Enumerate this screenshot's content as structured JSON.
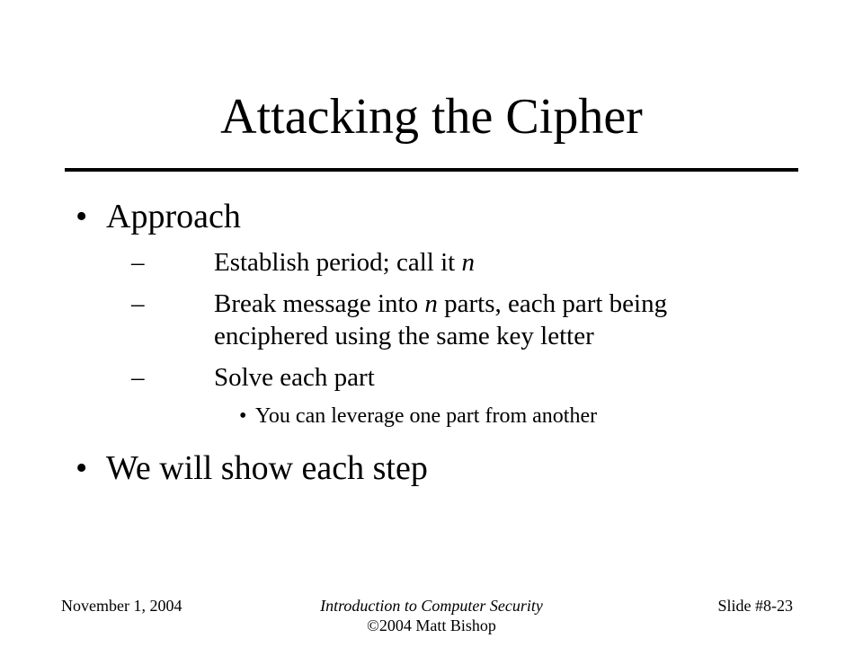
{
  "slide": {
    "title": "Attacking the Cipher",
    "bullets": [
      {
        "text": "Approach",
        "sub": [
          {
            "parts": [
              "Establish period; call it ",
              "n",
              ""
            ]
          },
          {
            "parts": [
              "Break message into ",
              "n",
              " parts, each part being enciphered using the same key letter"
            ]
          },
          {
            "parts": [
              "Solve each part",
              "",
              ""
            ],
            "sub": [
              "You can leverage one part from another"
            ]
          }
        ]
      },
      {
        "text": "We will show each step"
      }
    ],
    "bullet_glyph": "•",
    "dash_glyph": "–"
  },
  "footer": {
    "date": "November 1, 2004",
    "course": "Introduction to Computer Security",
    "copyright": "©2004 Matt Bishop",
    "slide_number": "Slide #8-23"
  }
}
